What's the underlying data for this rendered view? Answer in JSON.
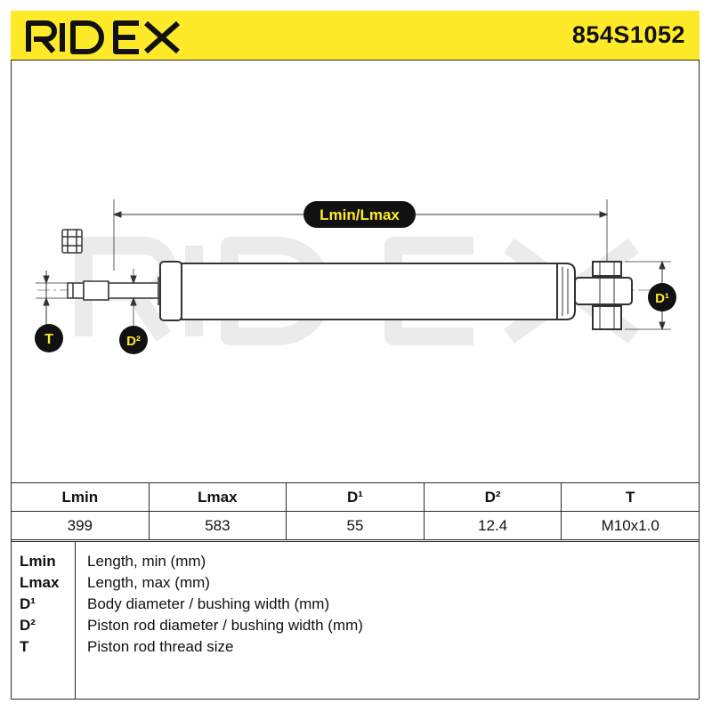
{
  "header": {
    "brand": "RIDEX",
    "part_number": "854S1052",
    "colors": {
      "accent": "#ffea2a",
      "badge": "#111111",
      "line": "#2a2a2a"
    }
  },
  "drawing": {
    "labels": {
      "length": "Lmin/Lmax",
      "body_diameter": "D¹",
      "rod_diameter": "D²",
      "thread": "T"
    },
    "watermark": "RIDEX"
  },
  "spec_table": {
    "headers": [
      "Lmin",
      "Lmax",
      "D¹",
      "D²",
      "T"
    ],
    "values": [
      "399",
      "583",
      "55",
      "12.4",
      "M10x1.0"
    ]
  },
  "legend": [
    {
      "term": "Lmin",
      "description": "Length, min (mm)"
    },
    {
      "term": "Lmax",
      "description": "Length, max (mm)"
    },
    {
      "term": "D¹",
      "description": "Body diameter / bushing width (mm)"
    },
    {
      "term": "D²",
      "description": "Piston rod diameter / bushing width (mm)"
    },
    {
      "term": "T",
      "description": "Piston rod thread size"
    }
  ]
}
